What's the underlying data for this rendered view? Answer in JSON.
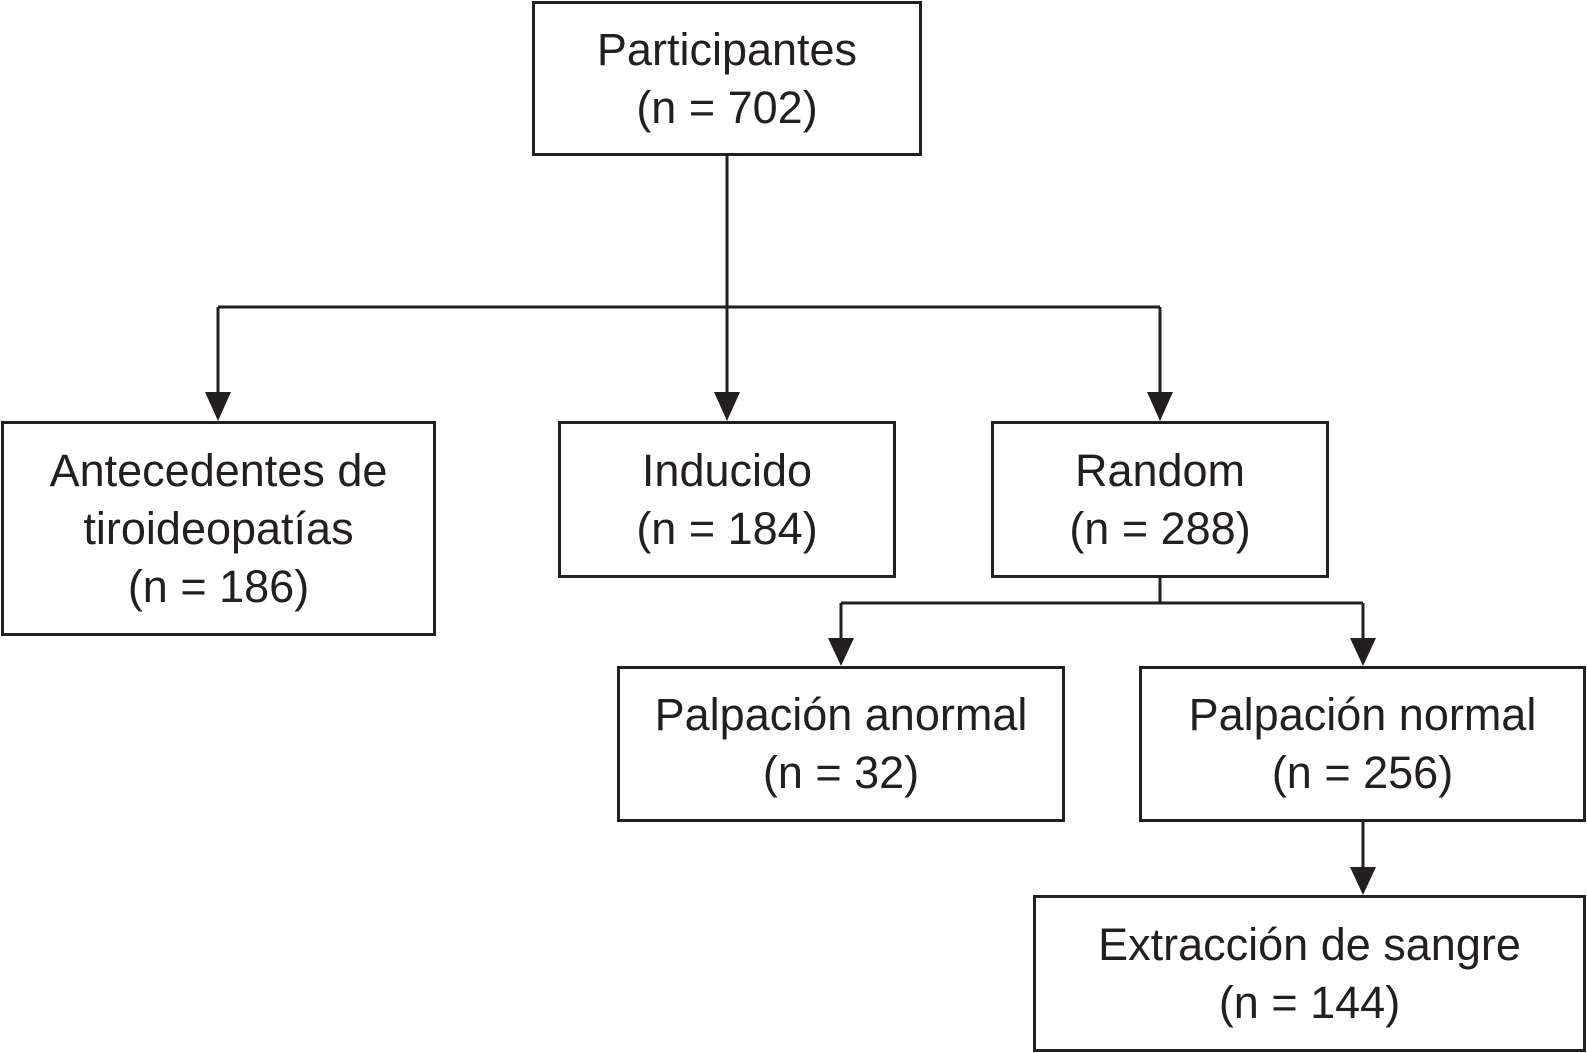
{
  "diagram": {
    "nodes": {
      "participantes": {
        "lines": [
          "Participantes",
          "(n = 702)"
        ]
      },
      "antecedentes": {
        "lines": [
          "Antecedentes de",
          "tiroideopatías",
          "(n = 186)"
        ]
      },
      "inducido": {
        "lines": [
          "Inducido",
          "(n = 184)"
        ]
      },
      "random": {
        "lines": [
          "Random",
          "(n = 288)"
        ]
      },
      "palpacion_anormal": {
        "lines": [
          "Palpación anormal",
          "(n = 32)"
        ]
      },
      "palpacion_normal": {
        "lines": [
          "Palpación normal",
          "(n = 256)"
        ]
      },
      "extraccion": {
        "lines": [
          "Extracción de sangre",
          "(n = 144)"
        ]
      }
    },
    "edges": [
      {
        "from": "participantes",
        "to": "antecedentes"
      },
      {
        "from": "participantes",
        "to": "inducido"
      },
      {
        "from": "participantes",
        "to": "random"
      },
      {
        "from": "random",
        "to": "palpacion_anormal"
      },
      {
        "from": "random",
        "to": "palpacion_normal"
      },
      {
        "from": "palpacion_normal",
        "to": "extraccion"
      }
    ],
    "colors": {
      "stroke": "#231f20",
      "fill": "#ffffff",
      "text": "#231f20"
    }
  }
}
